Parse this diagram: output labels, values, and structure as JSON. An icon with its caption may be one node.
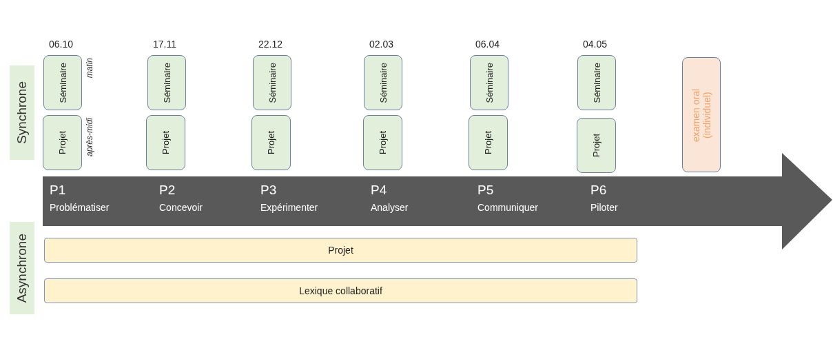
{
  "diagram": {
    "nodes": [
      {
        "text": [
          "Synchrone"
        ]
      },
      {
        "text": [
          "Séminaire"
        ],
        "beside": [
          "06.10",
          "matin"
        ]
      },
      {
        "text": [
          "Séminaire"
        ],
        "beside": [
          "17.11"
        ]
      },
      {
        "text": [
          "Séminaire"
        ],
        "beside": [
          "22.12"
        ]
      },
      {
        "text": [
          "Séminaire"
        ],
        "beside": [
          "02.03"
        ]
      },
      {
        "text": [
          "Séminaire"
        ],
        "beside": [
          "06.04"
        ]
      },
      {
        "text": [
          "Séminaire"
        ],
        "beside": [
          "04.05"
        ]
      },
      {
        "text": [
          "Projet"
        ],
        "beside": [
          "après-midi"
        ]
      },
      {
        "text": [
          "Projet"
        ]
      },
      {
        "text": [
          "Projet"
        ]
      },
      {
        "text": [
          "Projet"
        ]
      },
      {
        "text": [
          "Projet"
        ]
      },
      {
        "text": [
          "Projet"
        ]
      },
      {
        "text": [
          "examen oral (individuel)"
        ]
      },
      {
        "text": [
          "P1",
          "Problématiser",
          "P2",
          "Concevoir",
          "P3",
          "Expérimenter",
          "P4",
          "Analyser",
          "P5",
          "Communiquer",
          "P6",
          "Piloter"
        ]
      },
      {
        "text": [
          "Asynchrone"
        ]
      },
      {
        "text": [
          "Projet"
        ]
      },
      {
        "text": [
          "Lexique collaboratif"
        ]
      }
    ],
    "edges": []
  }
}
